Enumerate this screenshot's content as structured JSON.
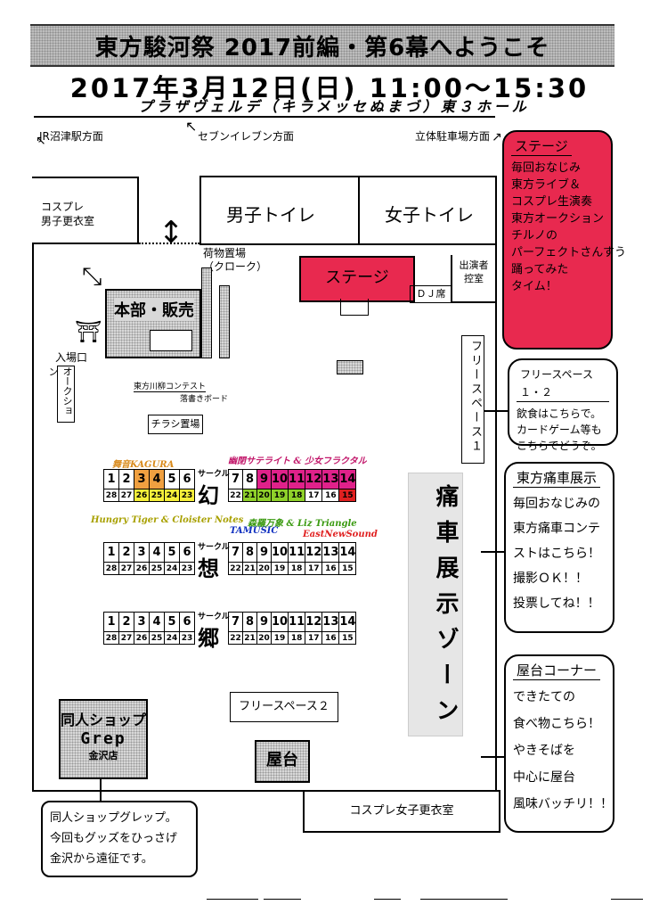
{
  "title": "東方駿河祭 2017前編・第6幕へようこそ",
  "date": "2017年3月12日(日) 11:00〜15:30",
  "venue": "プラザヴェルデ（キラメッセぬまづ）東３ホール",
  "directions": {
    "jr": "JR沼津駅方面",
    "seven": "セブンイレブン方面",
    "parking": "立体駐車場方面"
  },
  "rooms": {
    "cosplay_male": [
      "コスプレ",
      "男子更衣室"
    ],
    "toilet_male": "男子トイレ",
    "toilet_female": "女子トイレ",
    "cloak": [
      "荷物置場",
      "（クローク）"
    ],
    "stage": "ステージ",
    "dj": "ＤＪ席",
    "performer": [
      "出演者",
      "控室"
    ],
    "hq": "本部・販売",
    "entrance": "入場口",
    "auction": "オークション",
    "kawaryu": "東方川柳コンテスト",
    "board": "落書きボード",
    "flyer": "チラシ置場",
    "free1": "フリースペース１",
    "itasha_zone": "痛車展示ゾーン",
    "free2": "フリースペース２",
    "shop": [
      "同人ショップ",
      "Grep",
      "金沢店"
    ],
    "yatai": "屋台",
    "cosplay_female": "コスプレ女子更衣室"
  },
  "circle_label": "サークル",
  "blocks": [
    {
      "kanji": "幻",
      "top": [
        "1",
        "2",
        "3",
        "4",
        "5",
        "6"
      ],
      "bottom": [
        "28",
        "27",
        "26",
        "25",
        "24",
        "23"
      ],
      "top2": [
        "7",
        "8",
        "9",
        "10",
        "11",
        "12",
        "13",
        "14"
      ],
      "bottom2": [
        "22",
        "21",
        "20",
        "19",
        "18",
        "17",
        "16",
        "15"
      ]
    },
    {
      "kanji": "想",
      "top": [
        "1",
        "2",
        "3",
        "4",
        "5",
        "6"
      ],
      "bottom": [
        "28",
        "27",
        "26",
        "25",
        "24",
        "23"
      ],
      "top2": [
        "7",
        "8",
        "9",
        "10",
        "11",
        "12",
        "13",
        "14"
      ],
      "bottom2": [
        "22",
        "21",
        "20",
        "19",
        "18",
        "17",
        "16",
        "15"
      ]
    },
    {
      "kanji": "郷",
      "top": [
        "1",
        "2",
        "3",
        "4",
        "5",
        "6"
      ],
      "bottom": [
        "28",
        "27",
        "26",
        "25",
        "24",
        "23"
      ],
      "top2": [
        "7",
        "8",
        "9",
        "10",
        "11",
        "12",
        "13",
        "14"
      ],
      "bottom2": [
        "22",
        "21",
        "20",
        "19",
        "18",
        "17",
        "16",
        "15"
      ]
    }
  ],
  "circle_tags": {
    "kagura": "舞音KAGURA",
    "satellite": "幽閉サテライト & 少女フラクタル",
    "hungry": "Hungry Tiger & Cloister Notes",
    "shinra": "森羅万象 & Liz Triangle",
    "tamusic": "TAMUSIC",
    "east": "EastNewSound"
  },
  "notes": {
    "stage": {
      "title": "ステージ",
      "lines": [
        "毎回おなじみ",
        "東方ライブ＆",
        "コスプレ生演奏",
        "東方オークション",
        "チルノの",
        "パーフェクトさんすう",
        "踊ってみた",
        "タイム！"
      ]
    },
    "free": {
      "title": "フリースペース１・２",
      "lines": [
        "飲食はこちらで。",
        "カードゲーム等も",
        "こちらでどうぞ。"
      ]
    },
    "itasha": {
      "title": "東方痛車展示",
      "lines": [
        "毎回おなじみの",
        "東方痛車コンテ",
        "ストはこちら！",
        "撮影ＯＫ！！",
        "投票してね！！"
      ]
    },
    "yatai": {
      "title": "屋台コーナー",
      "lines": [
        "できたての",
        "食べ物こちら！",
        "やきそばを",
        "中心に屋台",
        "風味バッチリ！！"
      ]
    },
    "shop": {
      "lines": [
        "同人ショップグレップ。",
        "今回もグッズをひっさげ",
        "金沢から遠征です。"
      ]
    }
  },
  "colors": {
    "stage": "#e8294f",
    "orange": "#f0a040",
    "magenta": "#e0218a",
    "green": "#8fd12a",
    "yellow": "#f6ef3a",
    "red": "#e02020",
    "note_red": "#e8294f"
  }
}
